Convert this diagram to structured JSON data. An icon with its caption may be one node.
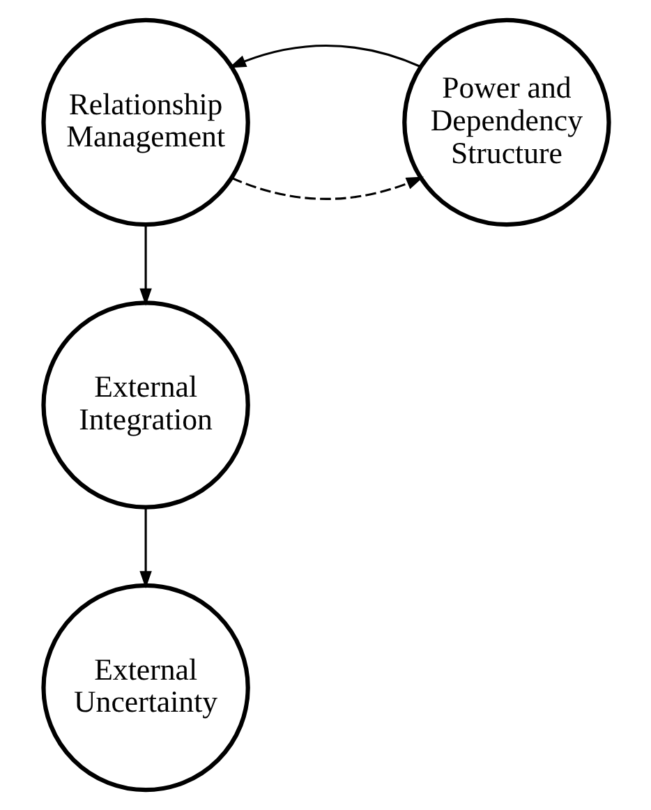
{
  "diagram": {
    "nodes": [
      {
        "text": [
          "Relationship Management"
        ]
      },
      {
        "text": [
          "Power and Dependency Structure"
        ]
      },
      {
        "text": [
          "External Integration"
        ]
      },
      {
        "text": [
          "External Uncertainty"
        ]
      }
    ],
    "edges": [
      {
        "from": 0,
        "to": 1,
        "arrow": "to",
        "style": "dashed"
      },
      {
        "from": 1,
        "to": 0,
        "arrow": "to"
      },
      {
        "from": 0,
        "to": 2,
        "arrow": "to"
      },
      {
        "from": 2,
        "to": 3,
        "arrow": "to"
      }
    ]
  }
}
